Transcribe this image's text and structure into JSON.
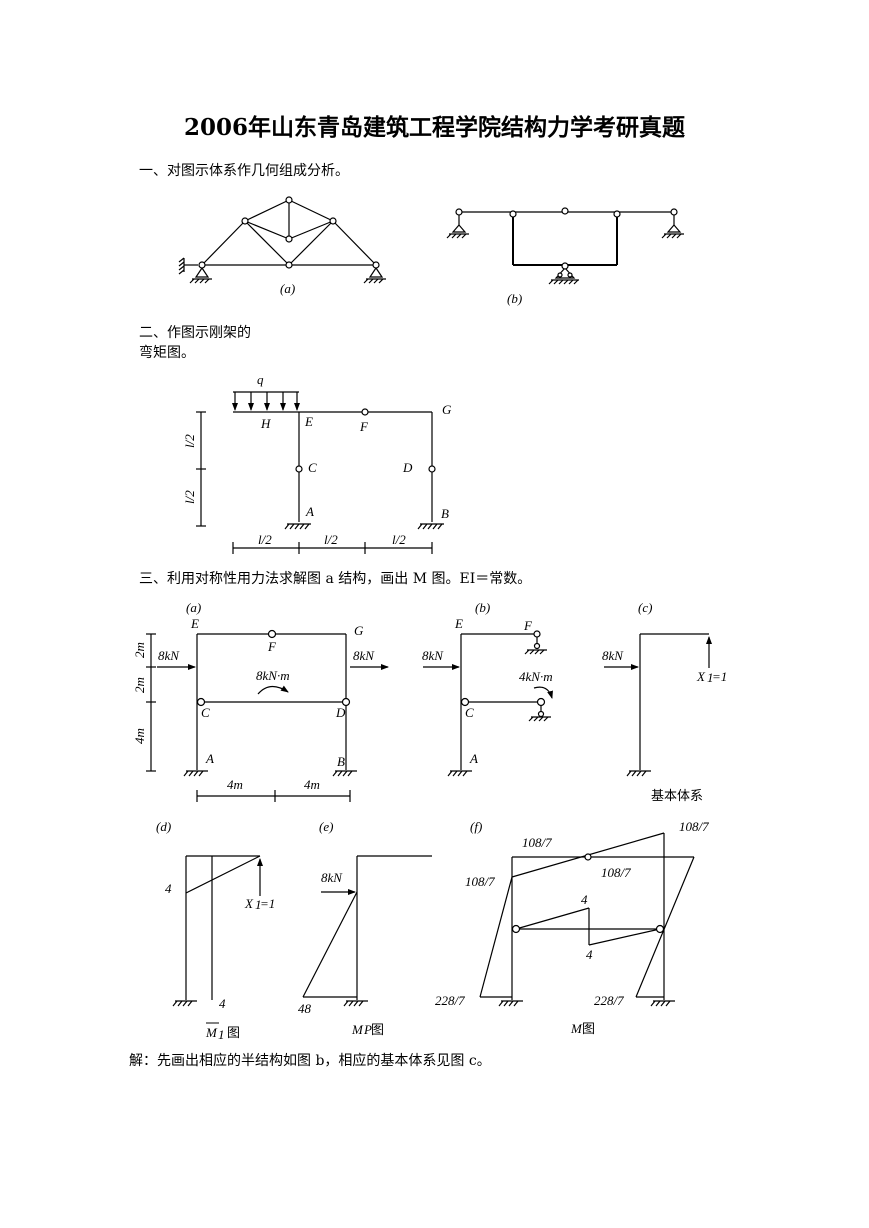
{
  "title": "2006年山东青岛建筑工程学院结构力学考研真题",
  "q1": {
    "text": "一、对图示体系作几何组成分析。",
    "cap_a": "(a)",
    "cap_b": "(b)"
  },
  "q2": {
    "text_line1": "二、作图示刚架的",
    "text_line2": "弯矩图。",
    "labels": {
      "q": "q",
      "H": "H",
      "E": "E",
      "F": "F",
      "G": "G",
      "C": "C",
      "D": "D",
      "A": "A",
      "B": "B"
    },
    "dims": {
      "v1": "l/2",
      "v2": "l/2",
      "h1": "l/2",
      "h2": "l/2",
      "h3": "l/2"
    }
  },
  "q3": {
    "text": "三、利用对称性用力法求解图 a 结构，画出 M 图。EI＝常数。",
    "caps": {
      "a": "(a)",
      "b": "(b)",
      "c": "(c)",
      "d": "(d)",
      "e": "(e)",
      "f": "(f)"
    },
    "fig_a": {
      "E": "E",
      "F": "F",
      "G": "G",
      "C": "C",
      "D": "D",
      "A": "A",
      "B": "B",
      "load_left": "8kN",
      "load_right": "8kN",
      "moment": "8kN·m",
      "dim_v1": "2m",
      "dim_v2": "2m",
      "dim_v3": "4m",
      "dim_h1": "4m",
      "dim_h2": "4m"
    },
    "fig_b": {
      "E": "E",
      "F": "F",
      "C": "C",
      "A": "A",
      "load": "8kN",
      "moment": "4kN·m"
    },
    "fig_c": {
      "load": "8kN",
      "x1": "X",
      "x1_sub": "1",
      "x1_eq": "=1",
      "caption": "基本体系"
    },
    "fig_d": {
      "v_top": "4",
      "v_bottom": "4",
      "x1": "X",
      "x1_sub": "1",
      "x1_eq": "=1",
      "cap_sym": "M",
      "cap_sub": "1",
      "cap_cn": "图"
    },
    "fig_e": {
      "load": "8kN",
      "v": "48",
      "cap_sym": "M",
      "cap_sub": "P",
      "cap_cn": "图"
    },
    "fig_f": {
      "v1": "108/7",
      "v2": "108/7",
      "v3": "108/7",
      "v4": "108/7",
      "v5": "4",
      "v6": "4",
      "v7": "228/7",
      "v8": "228/7",
      "cap_sym": "M",
      "cap_cn": " 图"
    }
  },
  "solution": "解：先画出相应的半结构如图 b，相应的基本体系见图 c。"
}
